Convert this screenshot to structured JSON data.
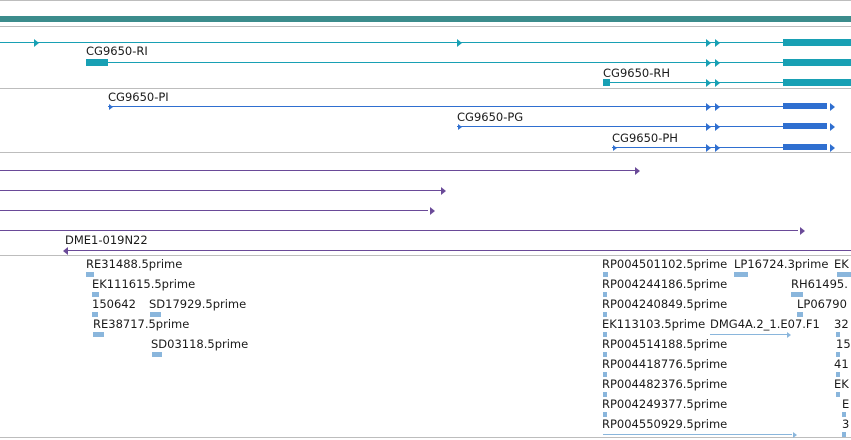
{
  "colors": {
    "chromosome_band": "#3c8c8c",
    "gene_teal": "#18a0b4",
    "transcript_blue": "#2f6fd0",
    "clone_purple": "#6a4a98",
    "est_lightblue": "#8ab6dc",
    "separator": "#bdbdbd"
  },
  "transcripts_gene1": {
    "rows": [
      {
        "name": ""
      },
      {
        "name": "CG9650-RI"
      },
      {
        "name": "CG9650-RH"
      }
    ]
  },
  "transcripts_gene2": {
    "rows": [
      {
        "name": "CG9650-PI"
      },
      {
        "name": "CG9650-PG"
      },
      {
        "name": "CG9650-PH"
      }
    ]
  },
  "clones": {
    "rows": [
      {
        "name": ""
      },
      {
        "name": ""
      },
      {
        "name": ""
      },
      {
        "name": ""
      },
      {
        "name": "DME1-019N22"
      }
    ]
  },
  "ests": {
    "labels": [
      "RE31488.5prime",
      "EK111615.5prime",
      "150642",
      "SD17929.5prime",
      "RE38717.5prime",
      "SD03118.5prime",
      "RP004501102.5prime",
      "LP16724.3prime",
      "EK",
      "RP004244186.5prime",
      "RH61495.",
      "RP004240849.5prime",
      "LP06790",
      "EK113103.5prime",
      "DMG4A.2_1.E07.F1",
      "32",
      "RP004514188.5prime",
      "15",
      "RP004418776.5prime",
      "41",
      "RP004482376.5prime",
      "EK",
      "RP004249377.5prime",
      "E",
      "RP004550929.5prime",
      "3"
    ]
  }
}
